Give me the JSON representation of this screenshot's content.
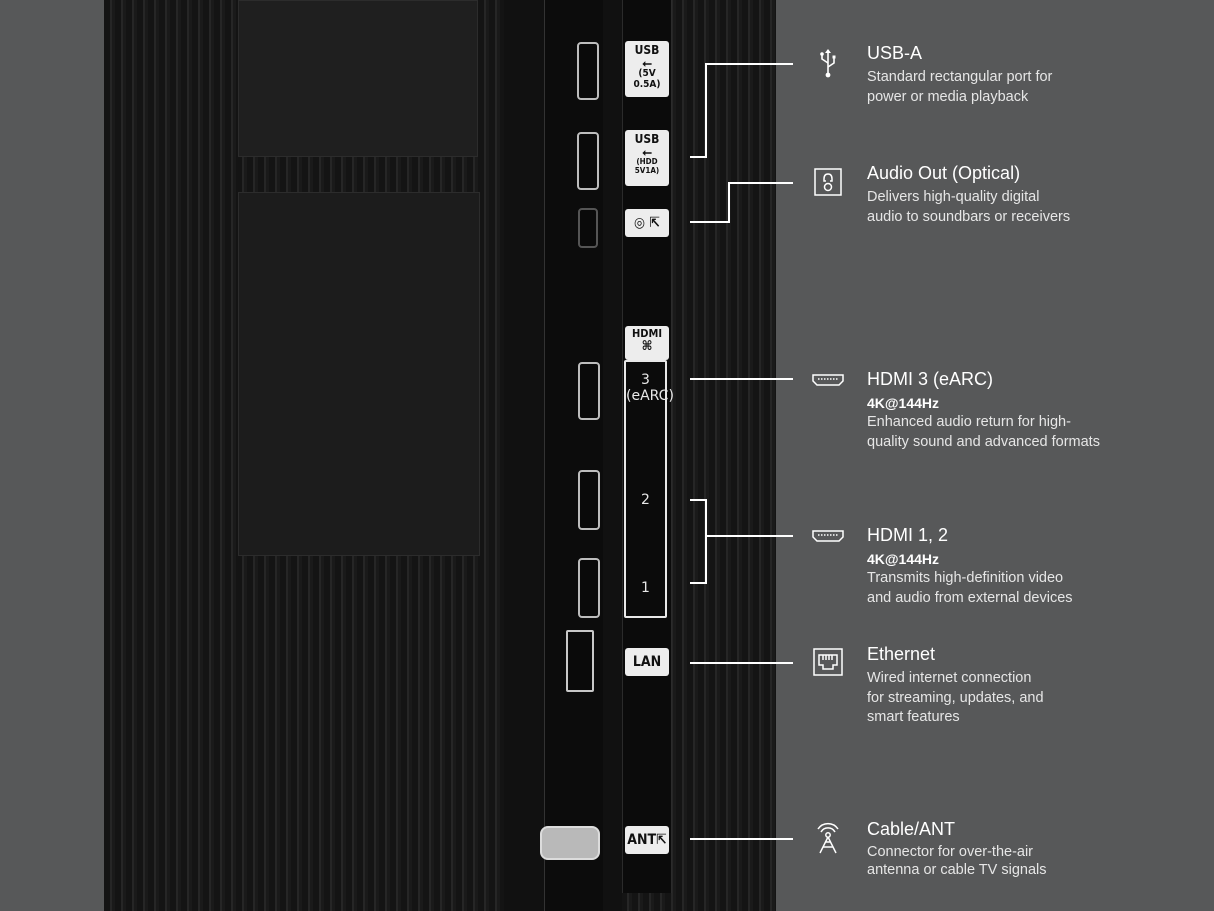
{
  "colors": {
    "background": "#575859",
    "panel": "#181818",
    "accent": "#ffffff"
  },
  "labels": {
    "usb1": [
      "USB",
      "(5V 0.5A)"
    ],
    "usb2": [
      "USB",
      "(HDD 5V1A)"
    ],
    "hdmi_header": "HDMI",
    "hdmi3": [
      "3",
      "(eARC)"
    ],
    "hdmi2": "2",
    "hdmi1": "1",
    "lan": "LAN",
    "ant": "ANT"
  },
  "ports": [
    {
      "icon": "usb-icon",
      "title": "USB-A",
      "spec": "",
      "desc": "Standard rectangular port for\npower or media playback"
    },
    {
      "icon": "optical-audio-icon",
      "title": "Audio Out (Optical)",
      "spec": "",
      "desc": "Delivers high-quality digital\naudio to soundbars or receivers"
    },
    {
      "icon": "hdmi-icon",
      "title": "HDMI 3 (eARC)",
      "spec": "4K@144Hz",
      "desc": "Enhanced audio return for high-\nquality sound and advanced formats"
    },
    {
      "icon": "hdmi-icon",
      "title": "HDMI 1, 2",
      "spec": "4K@144Hz",
      "desc": "Transmits high-definition video\nand audio from external devices"
    },
    {
      "icon": "ethernet-icon",
      "title": "Ethernet",
      "spec": "",
      "desc": "Wired internet connection\nfor streaming, updates, and\nsmart features"
    },
    {
      "icon": "antenna-icon",
      "title": "Cable/ANT",
      "spec": "",
      "desc": "Connector for over-the-air\nantenna or cable TV signals"
    }
  ]
}
